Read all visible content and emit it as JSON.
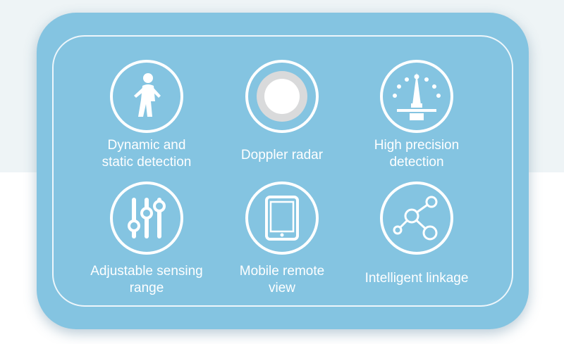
{
  "features": [
    {
      "label": "Dynamic and\nstatic detection",
      "icon": "walking-person-icon"
    },
    {
      "label": "Doppler radar",
      "icon": "radar-circle-icon"
    },
    {
      "label": "High precision\ndetection",
      "icon": "precision-gauge-icon"
    },
    {
      "label": "Adjustable sensing\nrange",
      "icon": "sliders-icon"
    },
    {
      "label": "Mobile remote\nview",
      "icon": "tablet-icon"
    },
    {
      "label": "Intelligent linkage",
      "icon": "network-nodes-icon"
    }
  ],
  "colors": {
    "card": "#84c4e1",
    "icon": "#ffffff",
    "background": "#eef4f6"
  }
}
